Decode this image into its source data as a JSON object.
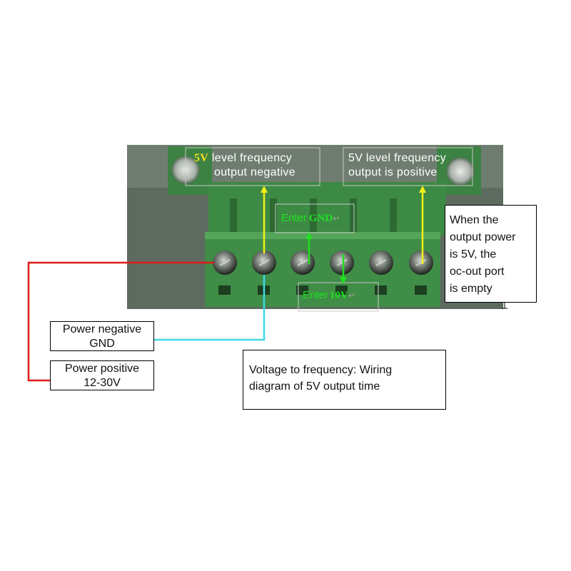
{
  "labels": {
    "neg_prefix": "5V",
    "neg_line1": "level frequency",
    "neg_line2": "output negative",
    "pos_line1": "5V level frequency",
    "pos_line2": "output is positive",
    "enter_gnd_word": "Enter",
    "enter_gnd_value": "GND",
    "enter_10v_word": "Enter",
    "enter_10v_value": "10V",
    "return_mark": "↵"
  },
  "notes": {
    "oc_out": [
      "When the",
      "output power",
      "is 5V, the",
      "oc-out port",
      "is empty"
    ],
    "power_negative": [
      "Power negative",
      "GND"
    ],
    "power_positive": [
      "Power positive",
      "12-30V"
    ],
    "caption": [
      "Voltage to frequency: Wiring",
      "diagram of 5V output time"
    ]
  },
  "colors": {
    "board_green": "#3f8a45",
    "wire_red": "#e01b1b",
    "wire_cyan": "#3fd7e6",
    "arrow_yellow": "#f4ef1a",
    "arrow_green": "#21e021"
  }
}
